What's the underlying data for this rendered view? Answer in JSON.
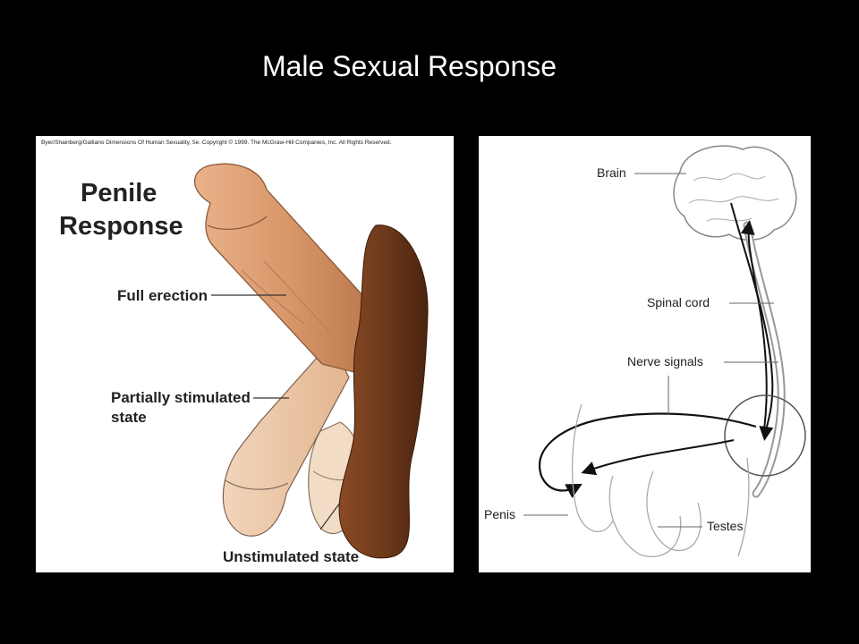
{
  "slide": {
    "title": "Male Sexual Response"
  },
  "left_panel": {
    "credit": "Byer/Shainberg/Galliano  Dimensions Of Human Sexuality, 5e. Copyright © 1999. The McGraw-Hill Companies, Inc. All Rights Reserved.",
    "heading_line1": "Penile",
    "heading_line2": "Response",
    "label_full": "Full erection",
    "label_partial_line1": "Partially stimulated",
    "label_partial_line2": "state",
    "label_unstim": "Unstimulated state"
  },
  "right_panel": {
    "label_brain": "Brain",
    "label_spinal": "Spinal cord",
    "label_nerve": "Nerve signals",
    "label_penis": "Penis",
    "label_testes": "Testes"
  },
  "colors": {
    "skin_full": "#d9976a",
    "skin_partial": "#eac4a4",
    "skin_unstim": "#f3dcc6",
    "hair": "#6e3a1c"
  }
}
